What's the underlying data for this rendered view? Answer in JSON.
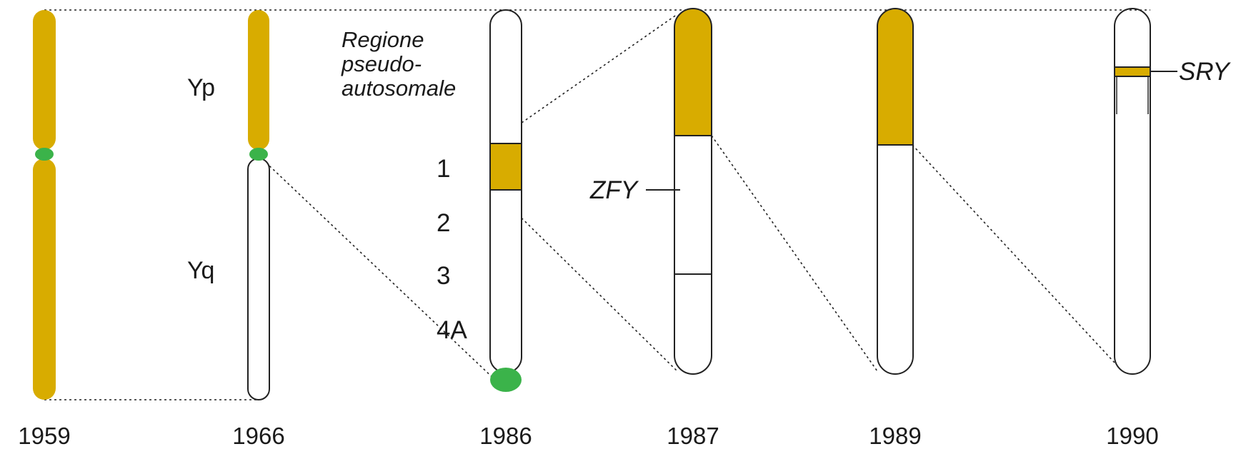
{
  "colors": {
    "highlight": "#d8ac00",
    "centromere": "#3bb34a",
    "outline": "#222222"
  },
  "years": [
    "1959",
    "1966",
    "1986",
    "1987",
    "1989",
    "1990"
  ],
  "arms": {
    "p": "Yp",
    "q": "Yq"
  },
  "region": {
    "line1": "Regione",
    "line2": "pseudo-",
    "line3": "autosomale"
  },
  "bands": [
    "1",
    "2",
    "3",
    "4A"
  ],
  "genes": {
    "zfy": "ZFY",
    "sry": "SRY"
  }
}
